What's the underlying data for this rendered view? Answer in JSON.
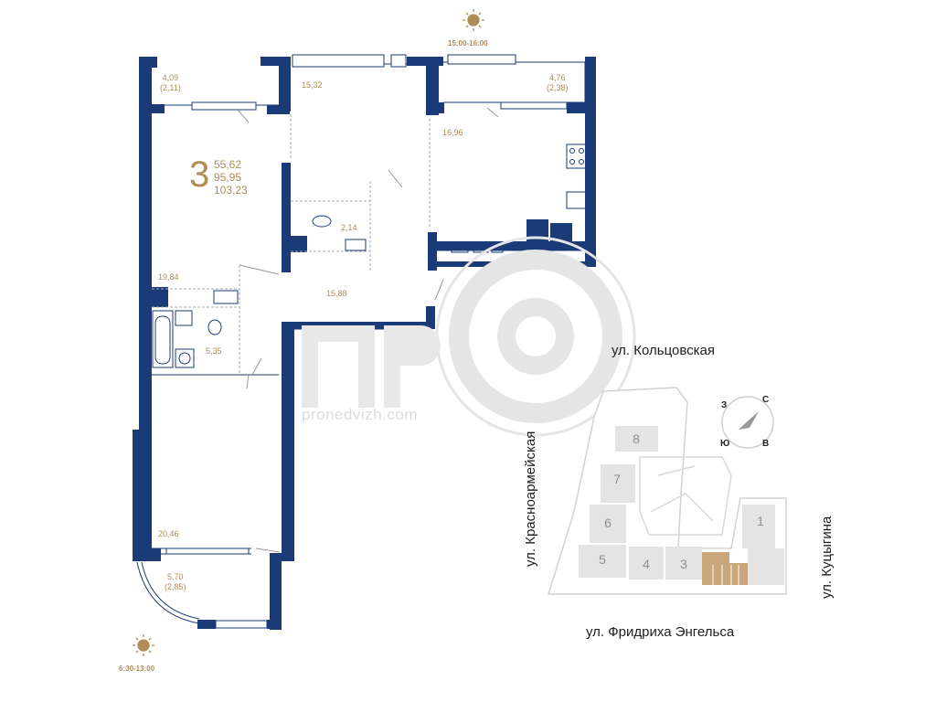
{
  "flat": {
    "rooms_count": "3",
    "living_area": "55,62",
    "total_area": "95,95",
    "total_area_with_balconies": "103,23"
  },
  "rooms": [
    {
      "id": "balcony-top-left",
      "area": "4,09",
      "reduced": "(2,11)"
    },
    {
      "id": "bedroom-top",
      "area": "15,32"
    },
    {
      "id": "balcony-top-right",
      "area": "4,76",
      "reduced": "(2,38)"
    },
    {
      "id": "kitchen",
      "area": "16,96"
    },
    {
      "id": "wc",
      "area": "2,14"
    },
    {
      "id": "bedroom-left",
      "area": "19,84"
    },
    {
      "id": "hall",
      "area": "15,88"
    },
    {
      "id": "bathroom",
      "area": "5,35"
    },
    {
      "id": "living-room",
      "area": "20,46"
    },
    {
      "id": "balcony-bottom",
      "area": "5,70",
      "reduced": "(2,85)"
    }
  ],
  "insolation": {
    "top": "15:00-16:00",
    "bottom": "6:30-13:00"
  },
  "watermark": {
    "logo": "ПР",
    "site": "pronedvizh.com"
  },
  "streets": {
    "north": "ул. Кольцовская",
    "west": "ул. Красноармейская",
    "east": "ул. Куцыгина",
    "south": "ул. Фридриха Энгельса"
  },
  "compass": {
    "n": "С",
    "s": "Ю",
    "w": "З",
    "e": "В"
  },
  "buildings": [
    "8",
    "7",
    "6",
    "5",
    "4",
    "3",
    "1"
  ],
  "colors": {
    "wall": "#1a3a78",
    "accent": "#b08d57",
    "highlight": "#c9a77a",
    "building": "#e6e6e6",
    "site_outline": "#d2d2d2"
  }
}
